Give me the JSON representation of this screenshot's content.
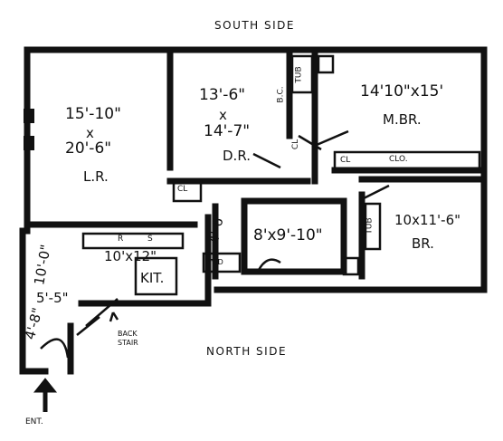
{
  "compass": {
    "top": "SOUTH SIDE",
    "bottom": "NORTH SIDE"
  },
  "rooms": {
    "living_room": {
      "dim_w": "15'-10\"",
      "x": "x",
      "dim_l": "20'-6\"",
      "name": "L.R."
    },
    "dining_room": {
      "dim_w": "13'-6\"",
      "x": "x",
      "dim_l": "14'-7\"",
      "name": "D.R."
    },
    "master_bedroom": {
      "dims": "14'10\"x15'",
      "name": "M.BR."
    },
    "bedroom": {
      "dims": "10x11'-6\"",
      "name": "BR."
    },
    "kitchen": {
      "dims": "10'x12\"",
      "name": "KIT."
    },
    "small_room": {
      "dims": "8'x9'-10\""
    },
    "foyer": {
      "dims": "5'-5\""
    },
    "corridor_a": {
      "dims": "10'-0\""
    },
    "corridor_b": {
      "dims": "4'-8\""
    },
    "hall": {
      "dims": "4'-6\""
    }
  },
  "fixtures": {
    "tub_top": "TUB",
    "tub_right": "TUB",
    "bath_closet": "B.C.",
    "closet_dr": "CL",
    "closet_mbr": "CL",
    "closet_mbr_long": "CLO.",
    "closet_hall": "CL",
    "washer_dryer": "W/D"
  },
  "kitchen_counter": {
    "items": [
      "R",
      "S"
    ]
  },
  "annotations": {
    "back_stair": "BACK STAIR",
    "entrance": "ENT."
  }
}
